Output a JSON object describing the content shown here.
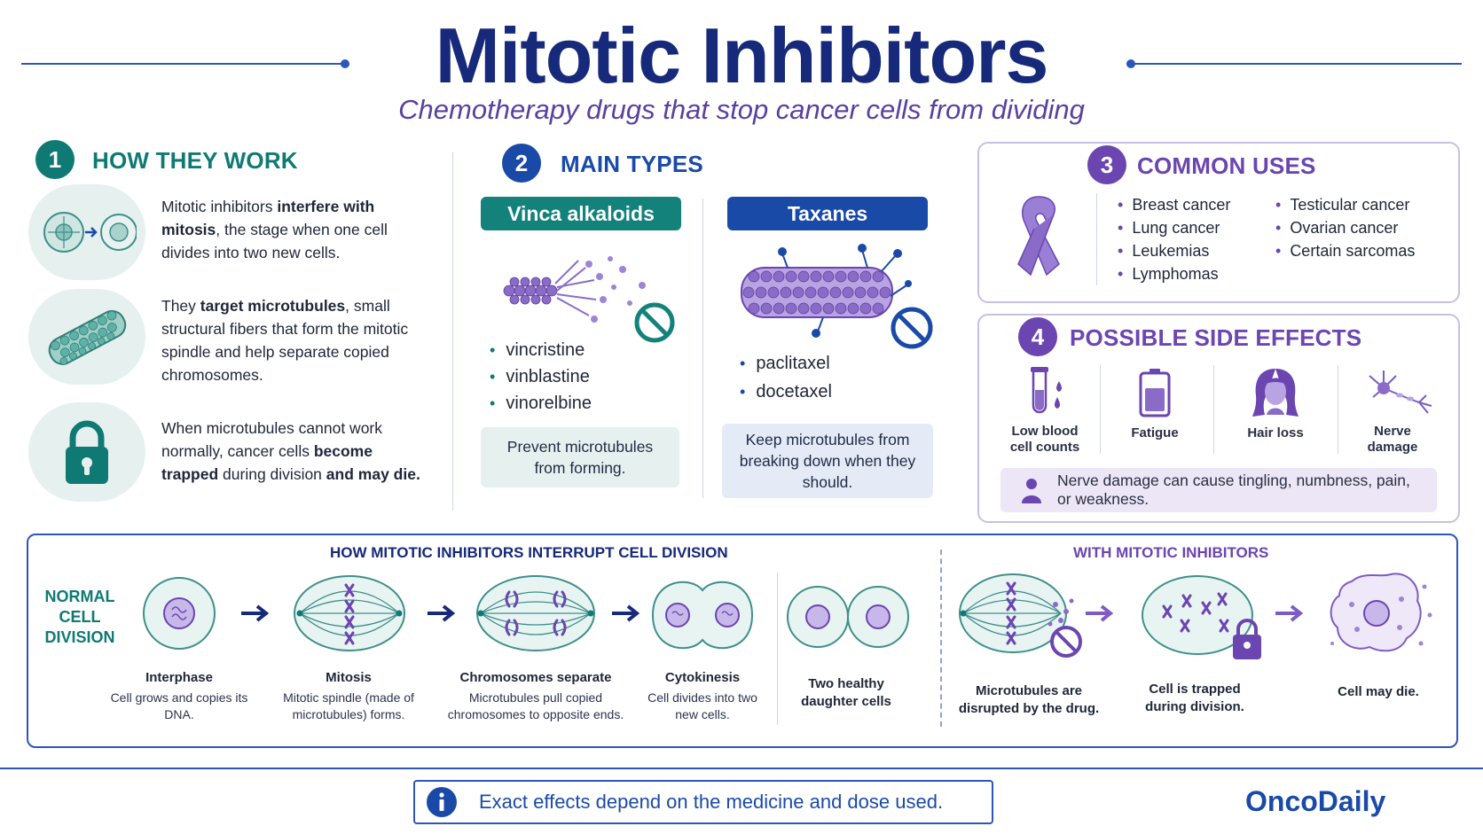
{
  "header": {
    "title": "Mitotic Inhibitors",
    "subtitle": "Chemotherapy drugs that stop cancer cells from dividing"
  },
  "section1": {
    "number": "1",
    "title": "HOW THEY WORK",
    "items": [
      {
        "icon": "cell-division-icon",
        "segments": [
          {
            "t": "Mitotic inhibitors ",
            "b": false
          },
          {
            "t": "interfere with mitosis",
            "b": true
          },
          {
            "t": ", the stage when one cell divides into two new cells.",
            "b": false
          }
        ]
      },
      {
        "icon": "microtubule-icon",
        "segments": [
          {
            "t": "They ",
            "b": false
          },
          {
            "t": "target microtubules",
            "b": true
          },
          {
            "t": ", small structural fibers that form the mitotic spindle and help separate copied chromosomes.",
            "b": false
          }
        ]
      },
      {
        "icon": "padlock-icon",
        "segments": [
          {
            "t": "When microtubules cannot work normally, cancer cells ",
            "b": false
          },
          {
            "t": "become trapped",
            "b": true
          },
          {
            "t": " during division ",
            "b": false
          },
          {
            "t": "and may die.",
            "b": true
          }
        ]
      }
    ]
  },
  "section2": {
    "number": "2",
    "title": "MAIN TYPES",
    "vinca": {
      "label": "Vinca alkaloids",
      "drugs": [
        "vincristine",
        "vinblastine",
        "vinorelbine"
      ],
      "note": "Prevent microtubules from forming."
    },
    "taxanes": {
      "label": "Taxanes",
      "drugs": [
        "paclitaxel",
        "docetaxel"
      ],
      "note": "Keep microtubules from breaking down when they should."
    }
  },
  "section3": {
    "number": "3",
    "title": "COMMON USES",
    "col1": [
      "Breast cancer",
      "Lung cancer",
      "Leukemias",
      "Lymphomas"
    ],
    "col2": [
      "Testicular cancer",
      "Ovarian cancer",
      "Certain sarcomas"
    ]
  },
  "section4": {
    "number": "4",
    "title": "POSSIBLE SIDE EFFECTS",
    "effects": [
      "Low blood cell counts",
      "Fatigue",
      "Hair loss",
      "Nerve damage"
    ],
    "note": "Nerve damage can cause tingling, numbness, pain, or weakness."
  },
  "diagram": {
    "heading": "HOW MITOTIC INHIBITORS INTERRUPT CELL DIVISION",
    "with_heading": "WITH MITOTIC INHIBITORS",
    "normal_label": "NORMAL CELL DIVISION",
    "stages": [
      {
        "title": "Interphase",
        "desc": "Cell grows and copies its DNA."
      },
      {
        "title": "Mitosis",
        "desc": "Mitotic spindle (made of microtubules) forms."
      },
      {
        "title": "Chromosomes separate",
        "desc": "Microtubules pull copied chromosomes to opposite ends."
      },
      {
        "title": "Cytokinesis",
        "desc": "Cell divides into two new cells."
      },
      {
        "title": "Two healthy daughter cells",
        "desc": ""
      }
    ],
    "inhibited": [
      {
        "title": "Microtubules are disrupted by the drug."
      },
      {
        "title": "Cell is trapped during division."
      },
      {
        "title": "Cell may die."
      }
    ]
  },
  "footer": {
    "note": "Exact effects depend on the medicine and dose used.",
    "brand": "OncoDaily"
  },
  "colors": {
    "navy": "#16297a",
    "teal": "#0f7a74",
    "blue": "#1a4aa8",
    "purple": "#6b45b0"
  }
}
